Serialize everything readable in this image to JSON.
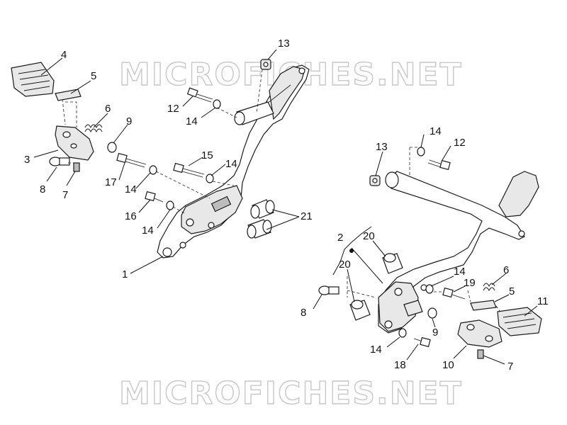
{
  "watermark": {
    "top": "MICROFICHES.NET",
    "bottom": "MICROFICHES.NET"
  },
  "callouts": [
    {
      "id": "c4a",
      "text": "4"
    },
    {
      "id": "c5a",
      "text": "5"
    },
    {
      "id": "c6a",
      "text": "6"
    },
    {
      "id": "c9a",
      "text": "9"
    },
    {
      "id": "c3",
      "text": "3"
    },
    {
      "id": "c8a",
      "text": "8"
    },
    {
      "id": "c7a",
      "text": "7"
    },
    {
      "id": "c13a",
      "text": "13"
    },
    {
      "id": "c12a",
      "text": "12"
    },
    {
      "id": "c14a",
      "text": "14"
    },
    {
      "id": "c15",
      "text": "15"
    },
    {
      "id": "c17",
      "text": "17"
    },
    {
      "id": "c14b",
      "text": "14"
    },
    {
      "id": "c14c",
      "text": "14"
    },
    {
      "id": "c16",
      "text": "16"
    },
    {
      "id": "c14d",
      "text": "14"
    },
    {
      "id": "c21",
      "text": "21"
    },
    {
      "id": "c1",
      "text": "1"
    },
    {
      "id": "c14e",
      "text": "14"
    },
    {
      "id": "c13b",
      "text": "13"
    },
    {
      "id": "c12b",
      "text": "12"
    },
    {
      "id": "c2",
      "text": "2"
    },
    {
      "id": "c20a",
      "text": "20"
    },
    {
      "id": "c20b",
      "text": "20"
    },
    {
      "id": "c14f",
      "text": "14"
    },
    {
      "id": "c19",
      "text": "19"
    },
    {
      "id": "c6b",
      "text": "6"
    },
    {
      "id": "c5b",
      "text": "5"
    },
    {
      "id": "c11",
      "text": "11"
    },
    {
      "id": "c8b",
      "text": "8"
    },
    {
      "id": "c9b",
      "text": "9"
    },
    {
      "id": "c14g",
      "text": "14"
    },
    {
      "id": "c18",
      "text": "18"
    },
    {
      "id": "c10",
      "text": "10"
    },
    {
      "id": "c7b",
      "text": "7"
    }
  ]
}
